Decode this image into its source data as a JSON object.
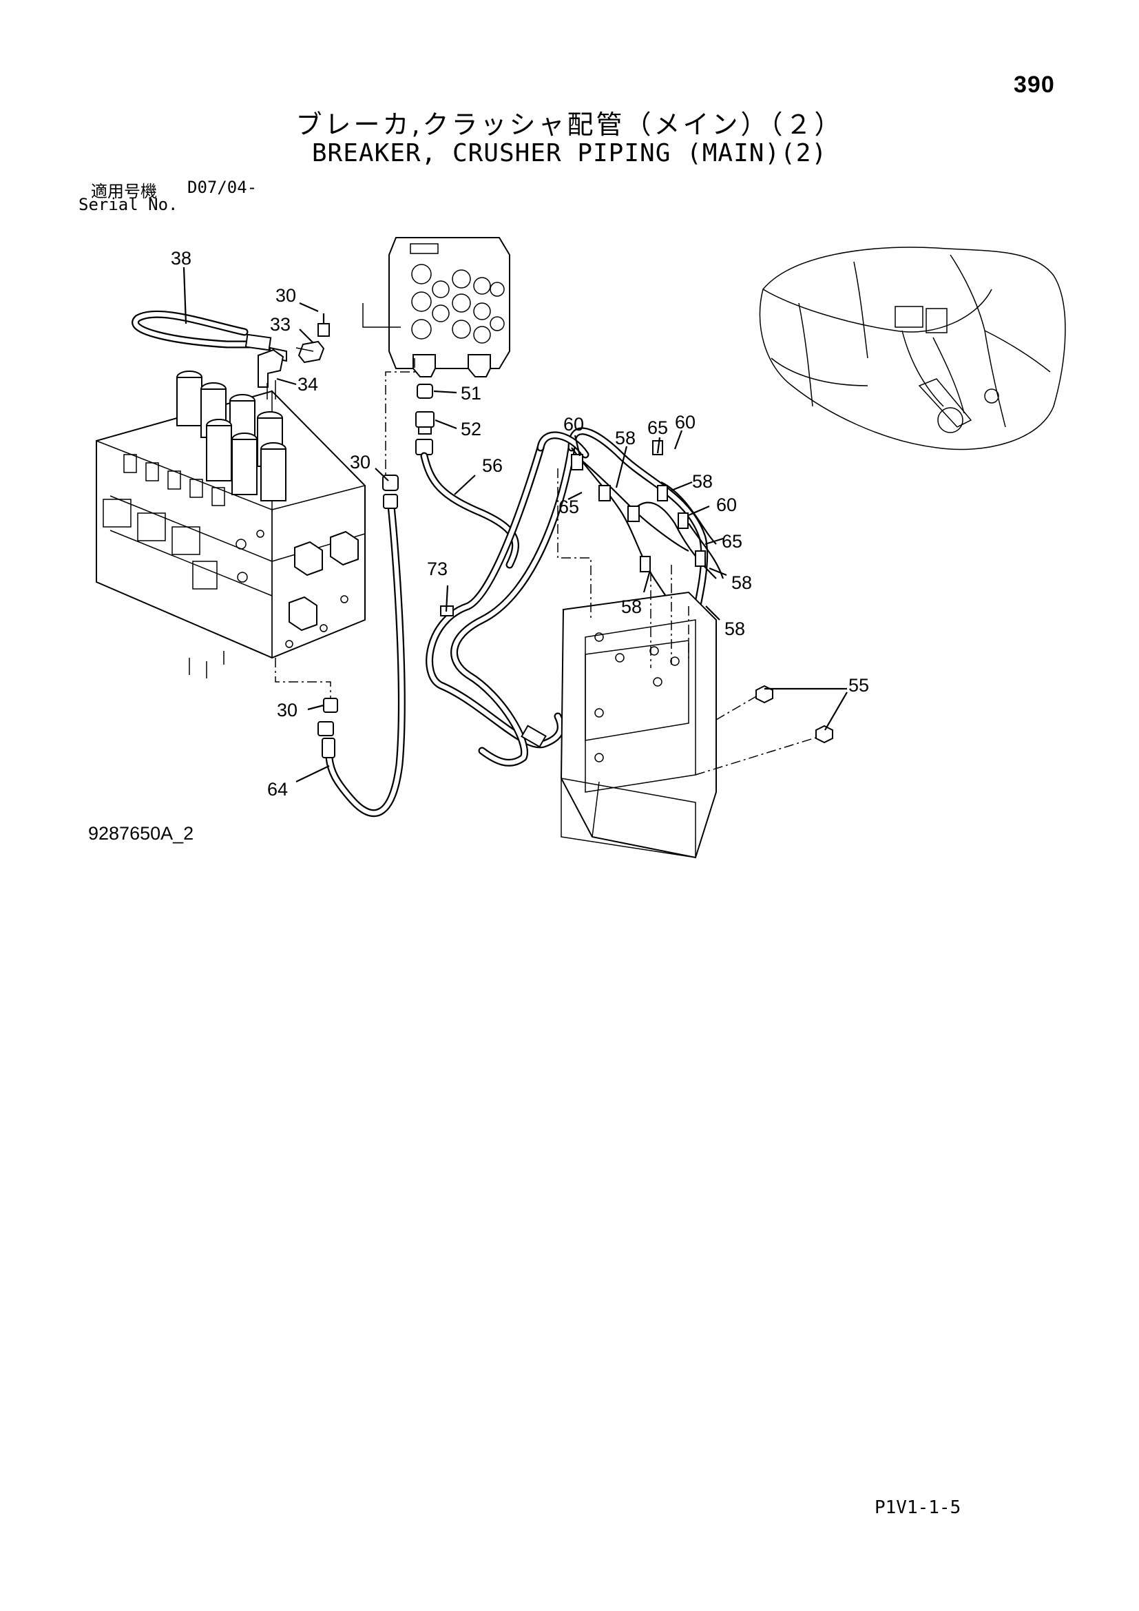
{
  "page_number": "390",
  "title_jp": "ブレーカ,クラッシャ配管（メイン）（２）",
  "title_en": "BREAKER, CRUSHER PIPING (MAIN)(2)",
  "serial": {
    "label_jp": "適用号機",
    "code": "D07/04-",
    "label_en": "Serial No."
  },
  "drawing_number": "9287650A_2",
  "footer_code": "P1V1-1-5",
  "callouts": [
    "38",
    "30",
    "33",
    "34",
    "30",
    "51",
    "52",
    "56",
    "60",
    "58",
    "65",
    "60",
    "58",
    "60",
    "65",
    "65",
    "58",
    "58",
    "58",
    "73",
    "55",
    "30",
    "64"
  ]
}
